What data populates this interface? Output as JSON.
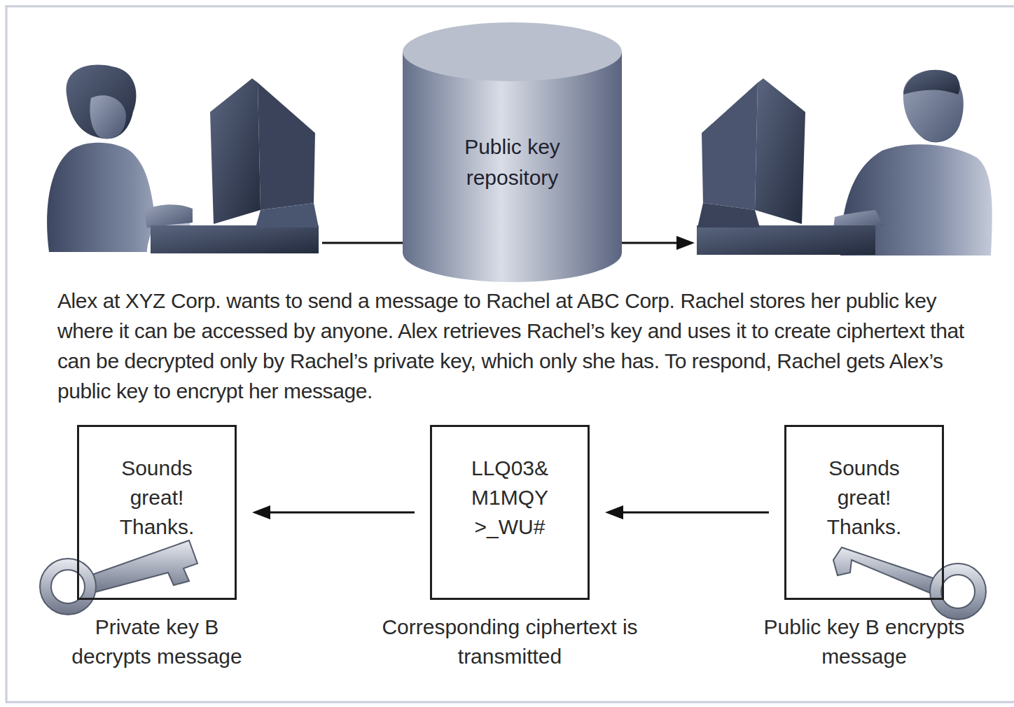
{
  "diagram": {
    "nodes": [
      {
        "text": [
          "Public key repository"
        ]
      },
      {
        "text": [
          "Sounds great! Thanks.",
          "Private key B decrypts message"
        ]
      },
      {
        "text": [
          "LLQ03& M1MQY >_WU#",
          "Corresponding ciphertext is transmitted"
        ]
      },
      {
        "text": [
          "Sounds great! Thanks.",
          "Public key B encrypts message"
        ]
      }
    ],
    "edges": [
      {
        "from": 3,
        "to": 2,
        "arrow": "to"
      },
      {
        "from": 2,
        "to": 1,
        "arrow": "to"
      }
    ],
    "labels": [
      "Alex at XYZ Corp. wants to send a message to Rachel at ABC Corp. Rachel stores her public key where it can be accessed by anyone. Alex retrieves Rachel’s key and uses it to create ciphertext that can be decrypted only by Rachel’s private key, which only she has. To respond, Rachel gets Alex’s public key to encrypt her message."
    ]
  }
}
